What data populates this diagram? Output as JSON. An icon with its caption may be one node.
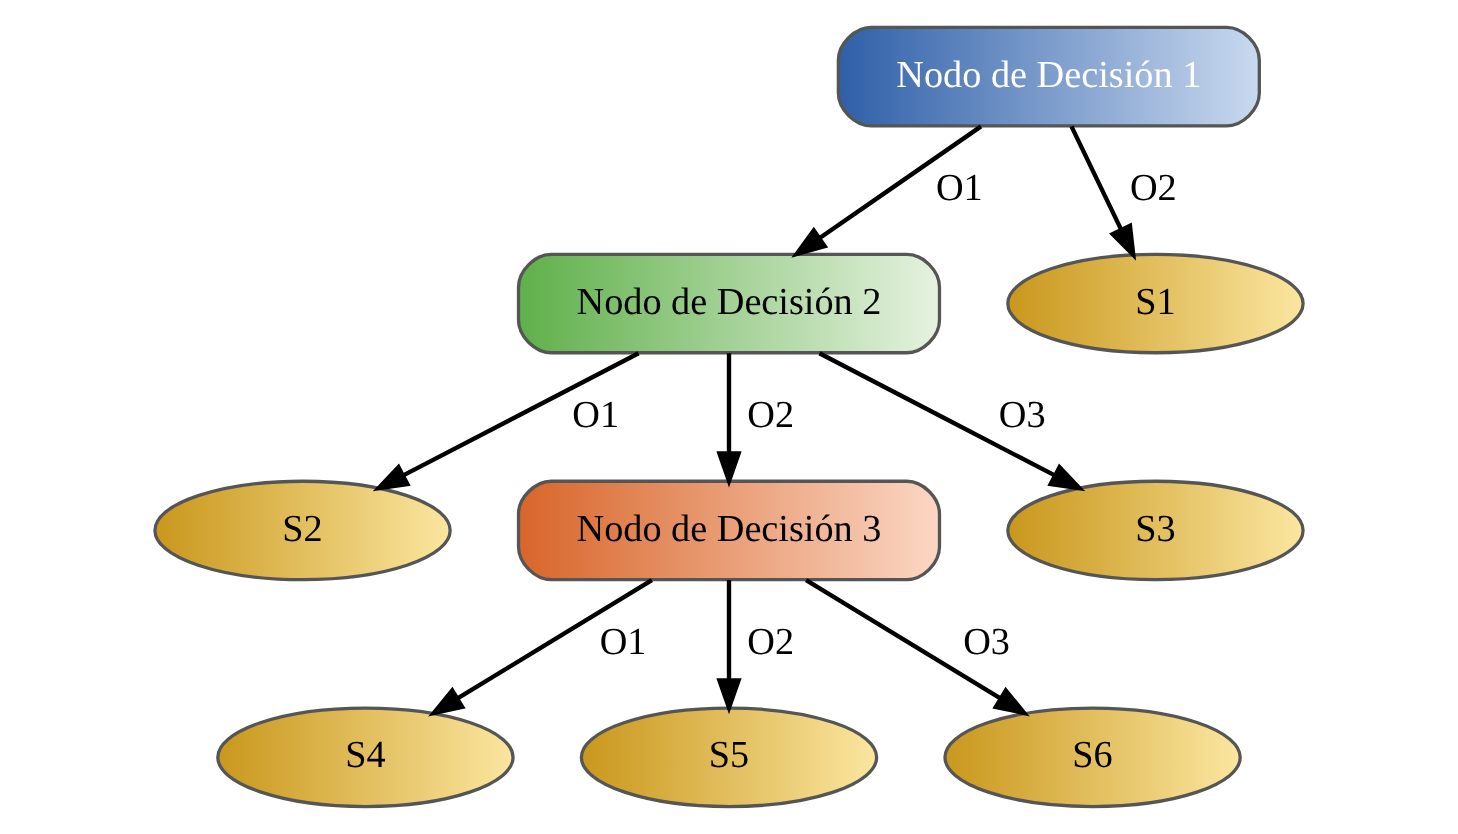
{
  "diagram": {
    "nodes": [
      {
        "text": [
          "Nodo de Decisión 1"
        ]
      },
      {
        "text": [
          "Nodo de Decisión 2"
        ]
      },
      {
        "text": [
          "S1"
        ]
      },
      {
        "text": [
          "S2"
        ]
      },
      {
        "text": [
          "Nodo de Decisión 3"
        ]
      },
      {
        "text": [
          "S3"
        ]
      },
      {
        "text": [
          "S4"
        ]
      },
      {
        "text": [
          "S5"
        ]
      },
      {
        "text": [
          "S6"
        ]
      }
    ],
    "edges": [
      {
        "from": 0,
        "to": 1,
        "arrow": "to",
        "label": "O1"
      },
      {
        "from": 0,
        "to": 2,
        "arrow": "to",
        "label": "O2"
      },
      {
        "from": 1,
        "to": 3,
        "arrow": "to",
        "label": "O1"
      },
      {
        "from": 1,
        "to": 4,
        "arrow": "to",
        "label": "O2"
      },
      {
        "from": 1,
        "to": 5,
        "arrow": "to",
        "label": "O3"
      },
      {
        "from": 4,
        "to": 6,
        "arrow": "to",
        "label": "O1"
      },
      {
        "from": 4,
        "to": 7,
        "arrow": "to",
        "label": "O2"
      },
      {
        "from": 4,
        "to": 8,
        "arrow": "to",
        "label": "O3"
      }
    ]
  }
}
